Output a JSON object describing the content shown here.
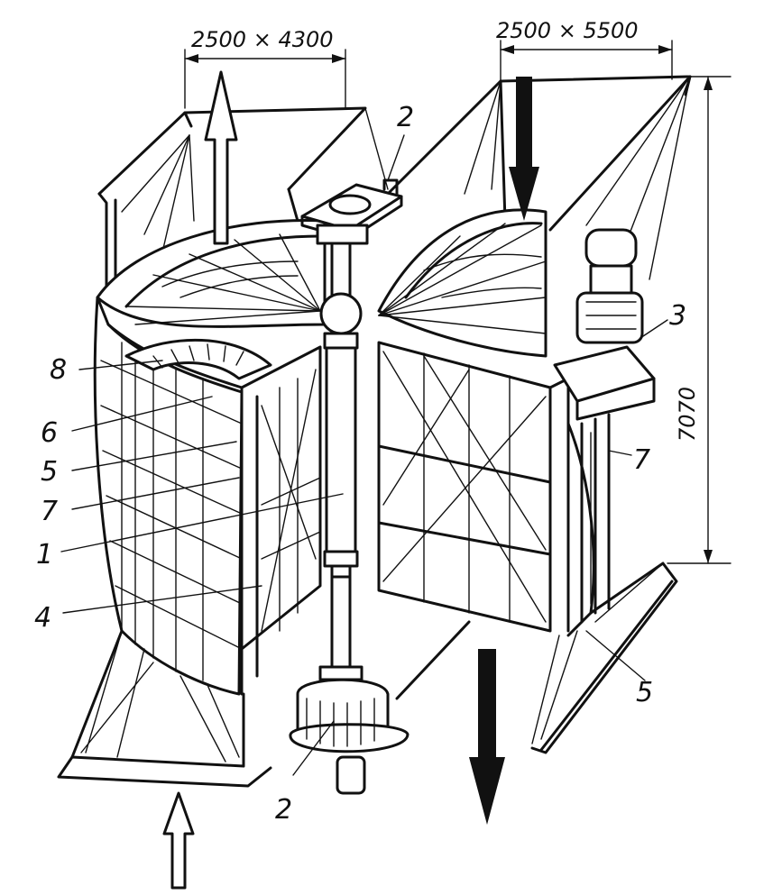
{
  "dimensions": {
    "left_width": "2500 × 4300",
    "right_width": "2500 × 5500",
    "height": "7070"
  },
  "callouts": [
    "1",
    "2",
    "2",
    "3",
    "4",
    "5",
    "5",
    "6",
    "7",
    "7",
    "8"
  ]
}
